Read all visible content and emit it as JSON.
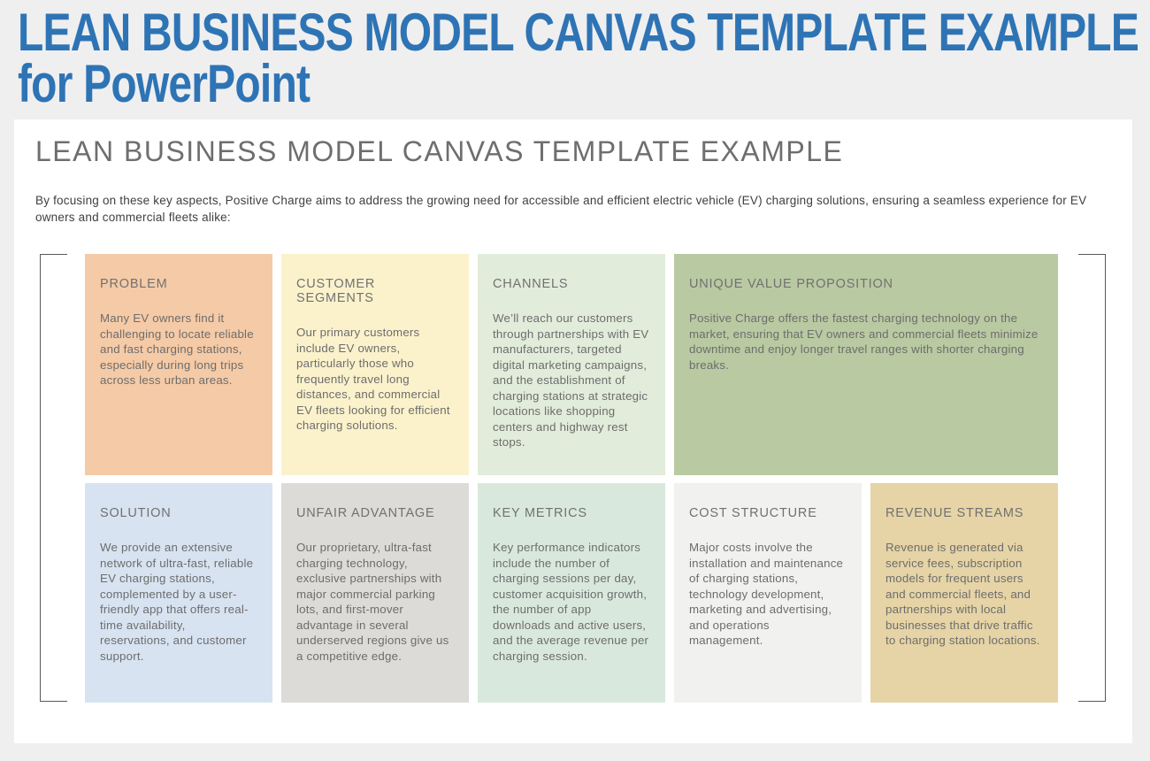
{
  "page": {
    "background": "#efeff0",
    "panel_background": "#ffffff",
    "header": {
      "title_line1": "LEAN BUSINESS MODEL CANVAS TEMPLATE EXAMPLE",
      "title_line2": "for PowerPoint",
      "color": "#2e74b5"
    }
  },
  "canvas": {
    "title": "LEAN BUSINESS MODEL CANVAS TEMPLATE EXAMPLE",
    "intro": "By focusing on these key aspects, Positive Charge aims to address the growing need for accessible and efficient electric vehicle (EV) charging solutions, ensuring a seamless experience for EV owners and commercial fleets alike:",
    "bracket_color": "#58595b",
    "cards": [
      {
        "id": "problem",
        "title": "PROBLEM",
        "body": "Many EV owners find it challenging to locate reliable and fast charging stations, especially during long trips across less urban areas.",
        "bg": "#f5caa6"
      },
      {
        "id": "customer-segments",
        "title": "CUSTOMER SEGMENTS",
        "body": "Our primary customers include EV owners, particularly those who frequently travel long distances, and commercial EV fleets looking for efficient charging solutions.",
        "bg": "#fbf2cc"
      },
      {
        "id": "channels",
        "title": "CHANNELS",
        "body": "We’ll reach our customers through partnerships with EV manufacturers, targeted digital marketing campaigns, and the establishment of charging stations at strategic locations like shopping centers and highway rest stops.",
        "bg": "#e2ecda"
      },
      {
        "id": "unique-value-proposition",
        "title": "UNIQUE VALUE PROPOSITION",
        "body": "Positive Charge offers the fastest charging technology on the market, ensuring that EV owners and commercial fleets minimize downtime and enjoy longer travel ranges with shorter charging breaks.",
        "bg": "#b9c9a1"
      },
      {
        "id": "solution",
        "title": "SOLUTION",
        "body": "We provide an extensive network of ultra-fast, reliable EV charging stations, complemented by a user-friendly app that offers real-time availability, reservations, and customer support.",
        "bg": "#d7e3f1"
      },
      {
        "id": "unfair-advantage",
        "title": "UNFAIR ADVANTAGE",
        "body": "Our proprietary, ultra-fast charging technology, exclusive partnerships with major commercial parking lots, and first-mover advantage in several underserved regions give us a competitive edge.",
        "bg": "#dcdbd8"
      },
      {
        "id": "key-metrics",
        "title": "KEY METRICS",
        "body": "Key performance indicators include the number of charging sessions per day, customer acquisition growth, the number of app downloads and active users, and the average revenue per charging session.",
        "bg": "#d9e8dd"
      },
      {
        "id": "cost-structure",
        "title": "COST STRUCTURE",
        "body": "Major costs involve the installation and maintenance of charging stations, technology development, marketing and advertising, and operations management.",
        "bg": "#f1f1ef"
      },
      {
        "id": "revenue-streams",
        "title": "REVENUE STREAMS",
        "body": "Revenue is generated via service fees, subscription models for frequent users and commercial fleets, and partnerships with local businesses that drive traffic to charging station locations.",
        "bg": "#e6d4a6"
      }
    ]
  }
}
